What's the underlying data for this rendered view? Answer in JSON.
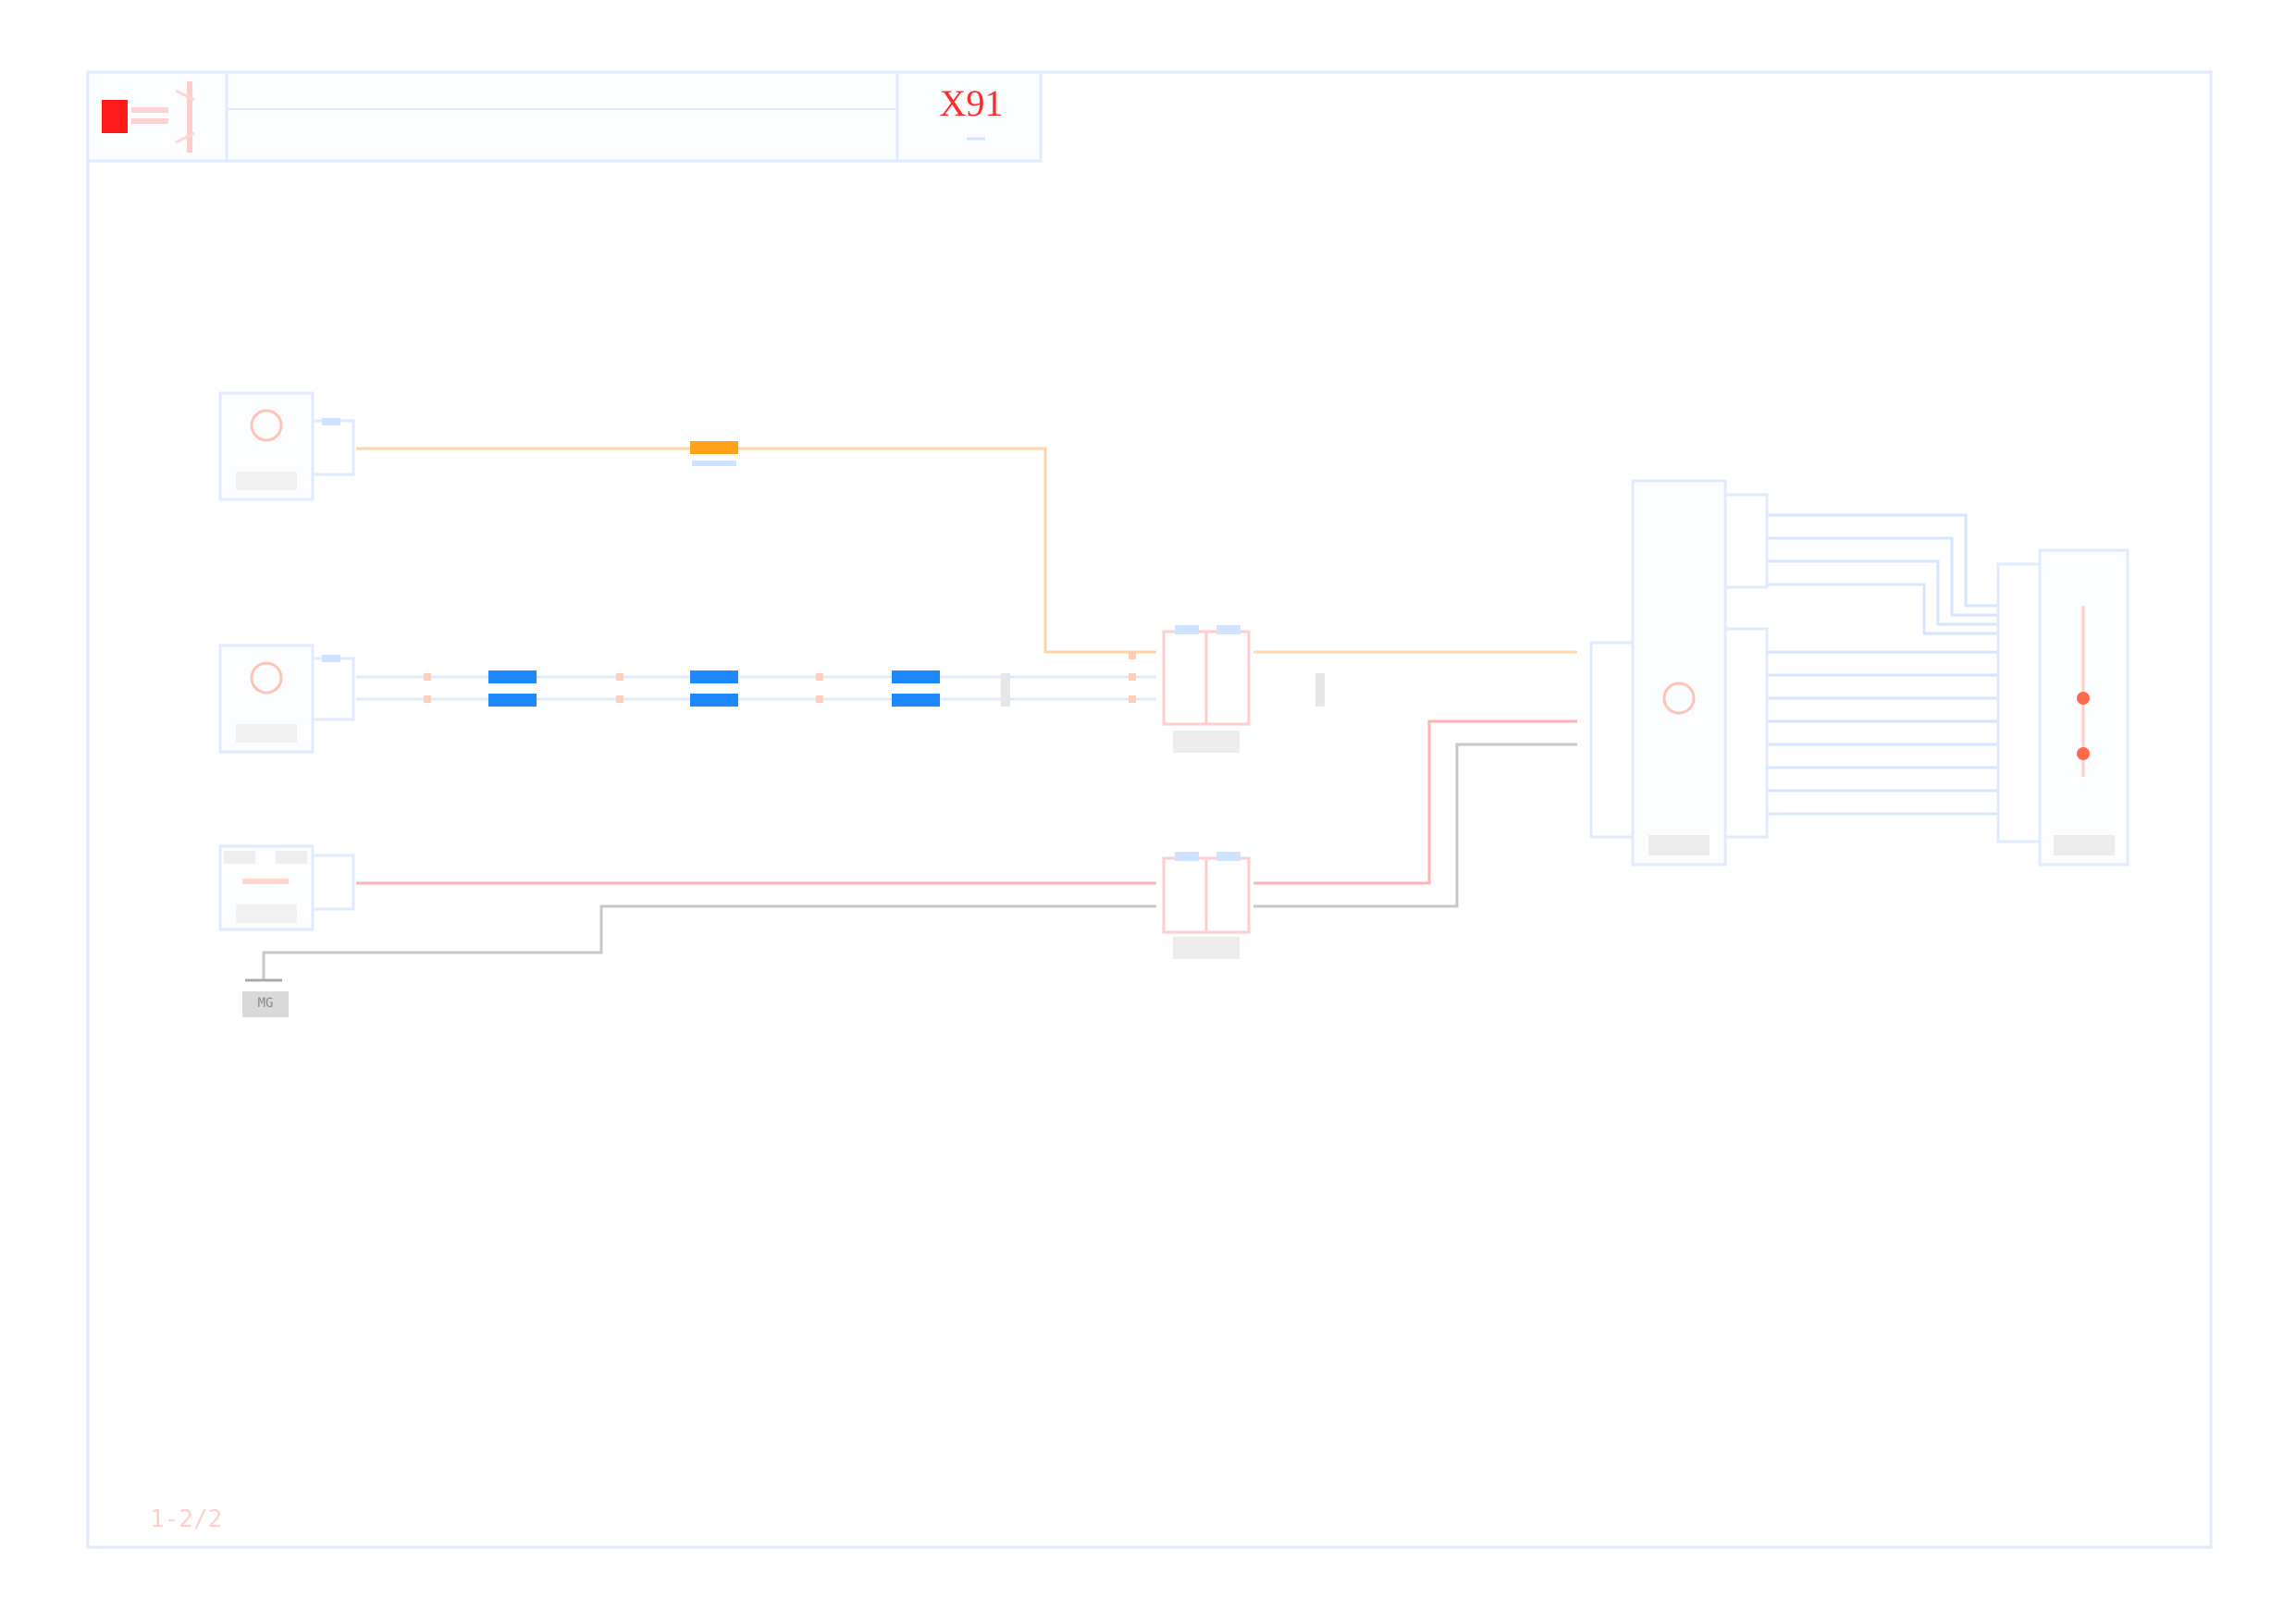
{
  "sheet": {
    "code": "X91",
    "corner_label": "1-2/2"
  },
  "colors": {
    "frame": "#cfe3ff",
    "accent": "#ff2b2b",
    "wire_orange": "#ffb566",
    "wire_red": "#ff9a9a",
    "wire_grey": "#9a9a9a",
    "connector_blue": "#1e88ff"
  },
  "components": {
    "ground": {
      "label": "MG"
    }
  }
}
